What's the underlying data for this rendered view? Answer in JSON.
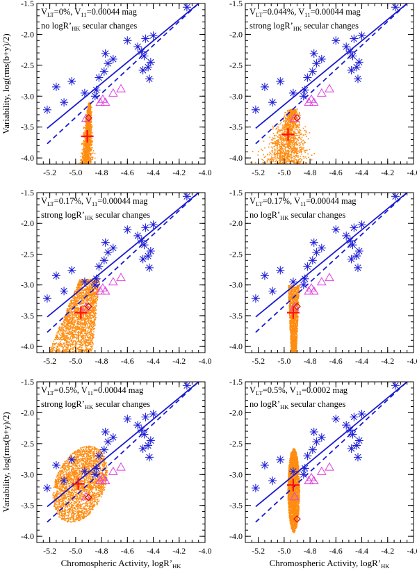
{
  "figure": {
    "ylabel_main": "Variability, log(rms(b+y)/2)",
    "xlabel_main": "Chromospheric Activity,  logR’",
    "xlabel_sub": "HK"
  },
  "chart_data": [
    {
      "type": "scatter",
      "panel": "top-left",
      "line1": {
        "pre": "V",
        "sub1": "LT",
        "mid": "=0%, V",
        "sub2": "11",
        "post": "=0.00044 mag"
      },
      "line2": {
        "pre": "no logR’",
        "sub": "HK",
        "post": " secular changes"
      },
      "cloud": {
        "shape": "track",
        "cx": -4.91,
        "cy": -3.6,
        "rx": 0.02,
        "ry": 0.5,
        "tilt": 0.25
      },
      "cross": {
        "x": -4.91,
        "y": -3.65
      },
      "diamond": {
        "x": -4.9,
        "y": -3.35
      }
    },
    {
      "type": "scatter",
      "panel": "top-right",
      "line1": {
        "pre": "V",
        "sub1": "LT",
        "mid": "=0.044%, V",
        "sub2": "11",
        "post": "=0.00044 mag"
      },
      "line2": {
        "pre": "strong logR’",
        "sub": "HK",
        "post": " secular changes"
      },
      "cloud": {
        "shape": "track",
        "cx": -4.97,
        "cy": -3.65,
        "rx": 0.08,
        "ry": 0.45,
        "tilt": 0.6
      },
      "cross": {
        "x": -4.97,
        "y": -3.62
      },
      "diamond": {
        "x": -4.9,
        "y": -3.35
      }
    },
    {
      "type": "scatter",
      "panel": "middle-left",
      "line1": {
        "pre": "V",
        "sub1": "LT",
        "mid": "=0.17%, V",
        "sub2": "11",
        "post": "=0.00044 mag"
      },
      "line2": {
        "pre": "strong logR’",
        "sub": "HK",
        "post": " secular changes"
      },
      "cloud": {
        "shape": "wedge",
        "cx": -4.97,
        "cy": -3.5,
        "rx": 0.17,
        "ry": 0.6,
        "tilt": 0.5
      },
      "cross": {
        "x": -4.96,
        "y": -3.45
      },
      "diamond": {
        "x": -4.9,
        "y": -3.35
      }
    },
    {
      "type": "scatter",
      "panel": "middle-right",
      "line1": {
        "pre": "V",
        "sub1": "LT",
        "mid": "=0.17%, V",
        "sub2": "11",
        "post": "=0.00044 mag"
      },
      "line2": {
        "pre": "no logR’",
        "sub": "HK",
        "post": " secular changes"
      },
      "cloud": {
        "shape": "column",
        "cx": -4.93,
        "cy": -3.55,
        "rx": 0.04,
        "ry": 0.55,
        "tilt": 0.0
      },
      "cross": {
        "x": -4.93,
        "y": -3.45
      },
      "diamond": {
        "x": -4.9,
        "y": -3.35
      }
    },
    {
      "type": "scatter",
      "panel": "bottom-left",
      "line1": {
        "pre": "V",
        "sub1": "LT",
        "mid": "=0.5%, V",
        "sub2": "11",
        "post": "=0.00044 mag"
      },
      "line2": {
        "pre": "strong logR’",
        "sub": "HK",
        "post": " secular changes"
      },
      "cloud": {
        "shape": "ellipse",
        "cx": -4.97,
        "cy": -3.15,
        "rx": 0.2,
        "ry": 0.62,
        "tilt": 0.45
      },
      "cross": {
        "x": -4.98,
        "y": -3.15
      },
      "diamond": {
        "x": -4.9,
        "y": -3.37
      }
    },
    {
      "type": "scatter",
      "panel": "bottom-right",
      "line1": {
        "pre": "V",
        "sub1": "LT",
        "mid": "=0.5%, V",
        "sub2": "11",
        "post": "=0.0002 mag"
      },
      "line2": {
        "pre": "no logR’",
        "sub": "HK",
        "post": " secular changes"
      },
      "cloud": {
        "shape": "ellipse",
        "cx": -4.93,
        "cy": -3.25,
        "rx": 0.045,
        "ry": 0.68,
        "tilt": 0.0
      },
      "cross": {
        "x": -4.93,
        "y": -3.17
      },
      "diamond": {
        "x": -4.9,
        "y": -3.72
      }
    }
  ],
  "shared": {
    "xlim": [
      -5.3,
      -4.0
    ],
    "ylim": [
      -4.1,
      -1.5
    ],
    "xticks": [
      -5.2,
      -5.0,
      -4.8,
      -4.6,
      -4.4,
      -4.2,
      -4.0
    ],
    "xtick_labels": [
      "-5.2",
      "-5.0",
      "-4.8",
      "-4.6",
      "-4.4",
      "-4.2",
      "-4.0"
    ],
    "yticks": [
      -4.0,
      -3.5,
      -3.0,
      -2.5,
      -2.0,
      -1.5
    ],
    "ytick_labels": [
      "-4.0",
      "-3.5",
      "-3.0",
      "-2.5",
      "-2.0",
      "-1.5"
    ],
    "stars": [
      [
        -5.22,
        -3.22
      ],
      [
        -5.15,
        -2.85
      ],
      [
        -5.09,
        -3.1
      ],
      [
        -5.03,
        -2.76
      ],
      [
        -4.93,
        -2.95
      ],
      [
        -4.85,
        -3.0
      ],
      [
        -4.84,
        -2.9
      ],
      [
        -4.82,
        -2.7
      ],
      [
        -4.78,
        -2.6
      ],
      [
        -4.77,
        -2.31
      ],
      [
        -4.75,
        -2.47
      ],
      [
        -4.71,
        -2.4
      ],
      [
        -4.6,
        -2.1
      ],
      [
        -4.52,
        -2.2
      ],
      [
        -4.49,
        -2.28
      ],
      [
        -4.48,
        -2.58
      ],
      [
        -4.47,
        -2.35
      ],
      [
        -4.46,
        -2.07
      ],
      [
        -4.44,
        -2.53
      ],
      [
        -4.43,
        -2.72
      ],
      [
        -4.42,
        -2.45
      ],
      [
        -4.4,
        -2.02
      ],
      [
        -4.14,
        -1.56
      ]
    ],
    "triangles": [
      [
        -4.81,
        -3.1
      ],
      [
        -4.79,
        -3.05
      ],
      [
        -4.77,
        -3.1
      ],
      [
        -4.71,
        -2.95
      ],
      [
        -4.65,
        -2.88
      ],
      [
        -4.92,
        -3.36
      ]
    ],
    "solid_fit": {
      "x": [
        -5.22,
        -4.05
      ],
      "y": [
        -3.52,
        -1.5
      ]
    },
    "dashed_fit": {
      "x": [
        -5.22,
        -4.05
      ],
      "y": [
        -3.77,
        -1.5
      ]
    },
    "colors": {
      "stars": "#2020d8",
      "fit": "#1a1ad0",
      "triangles": "#e040e0",
      "cloud": "#ff8c10",
      "cross": "#ff1010",
      "diamond": "#d01010",
      "axes": "#000000"
    }
  }
}
